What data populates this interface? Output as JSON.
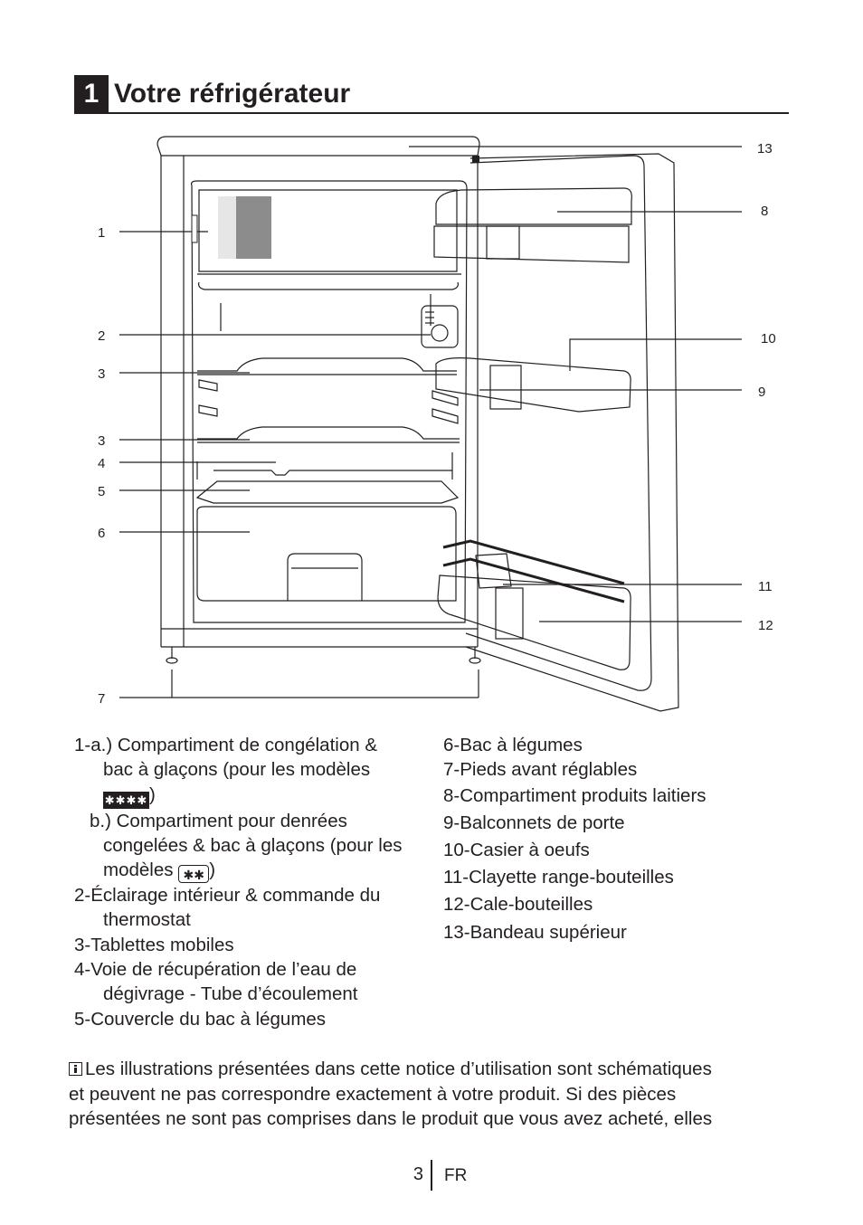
{
  "section": {
    "number": "1",
    "title": "Votre réfrigérateur"
  },
  "diagram": {
    "callouts": {
      "c1": "1",
      "c2": "2",
      "c3a": "3",
      "c3b": "3",
      "c4": "4",
      "c5": "5",
      "c6": "6",
      "c7": "7",
      "c8": "8",
      "c9": "9",
      "c10": "10",
      "c11": "11",
      "c12": "12",
      "c13": "13"
    }
  },
  "legend": {
    "item_1a_line1": "1-a.) Compartiment de congélation &",
    "item_1a_line2": "bac à glaçons (pour les modèles",
    "item_1a_close": ")",
    "item_1b_line1": "b.) Compartiment pour denrées",
    "item_1b_line2": "congelées & bac à glaçons (pour les",
    "item_1b_line3": "modèles",
    "item_1b_close": ")",
    "item_2_line1": "2-Éclairage intérieur & commande du",
    "item_2_line2": "thermostat",
    "item_3": "3-Tablettes mobiles",
    "item_4_line1": "4-Voie de récupération de l’eau de",
    "item_4_line2": "dégivrage - Tube d’écoulement",
    "item_5": "5-Couvercle du bac à légumes",
    "item_6": "6-Bac à légumes",
    "item_7": "7-Pieds avant réglables",
    "item_8": "8-Compartiment produits laitiers",
    "item_9": "9-Balconnets de porte",
    "item_10": "10-Casier à oeufs",
    "item_11": "11-Clayette range-bouteilles",
    "item_12": "12-Cale-bouteilles",
    "item_13": "13-Bandeau supérieur"
  },
  "symbols": {
    "freezer_stars_dark": "✱✱✱✱",
    "freezer_stars_outline": "✱✱"
  },
  "note": {
    "line1": "Les illustrations présentées dans cette notice d’utilisation sont schématiques",
    "line2": "et peuvent ne pas correspondre exactement à votre produit. Si des pièces",
    "line3": "présentées ne sont pas comprises dans le produit que vous avez acheté, elles"
  },
  "footer": {
    "page_number": "3",
    "language": "FR"
  }
}
